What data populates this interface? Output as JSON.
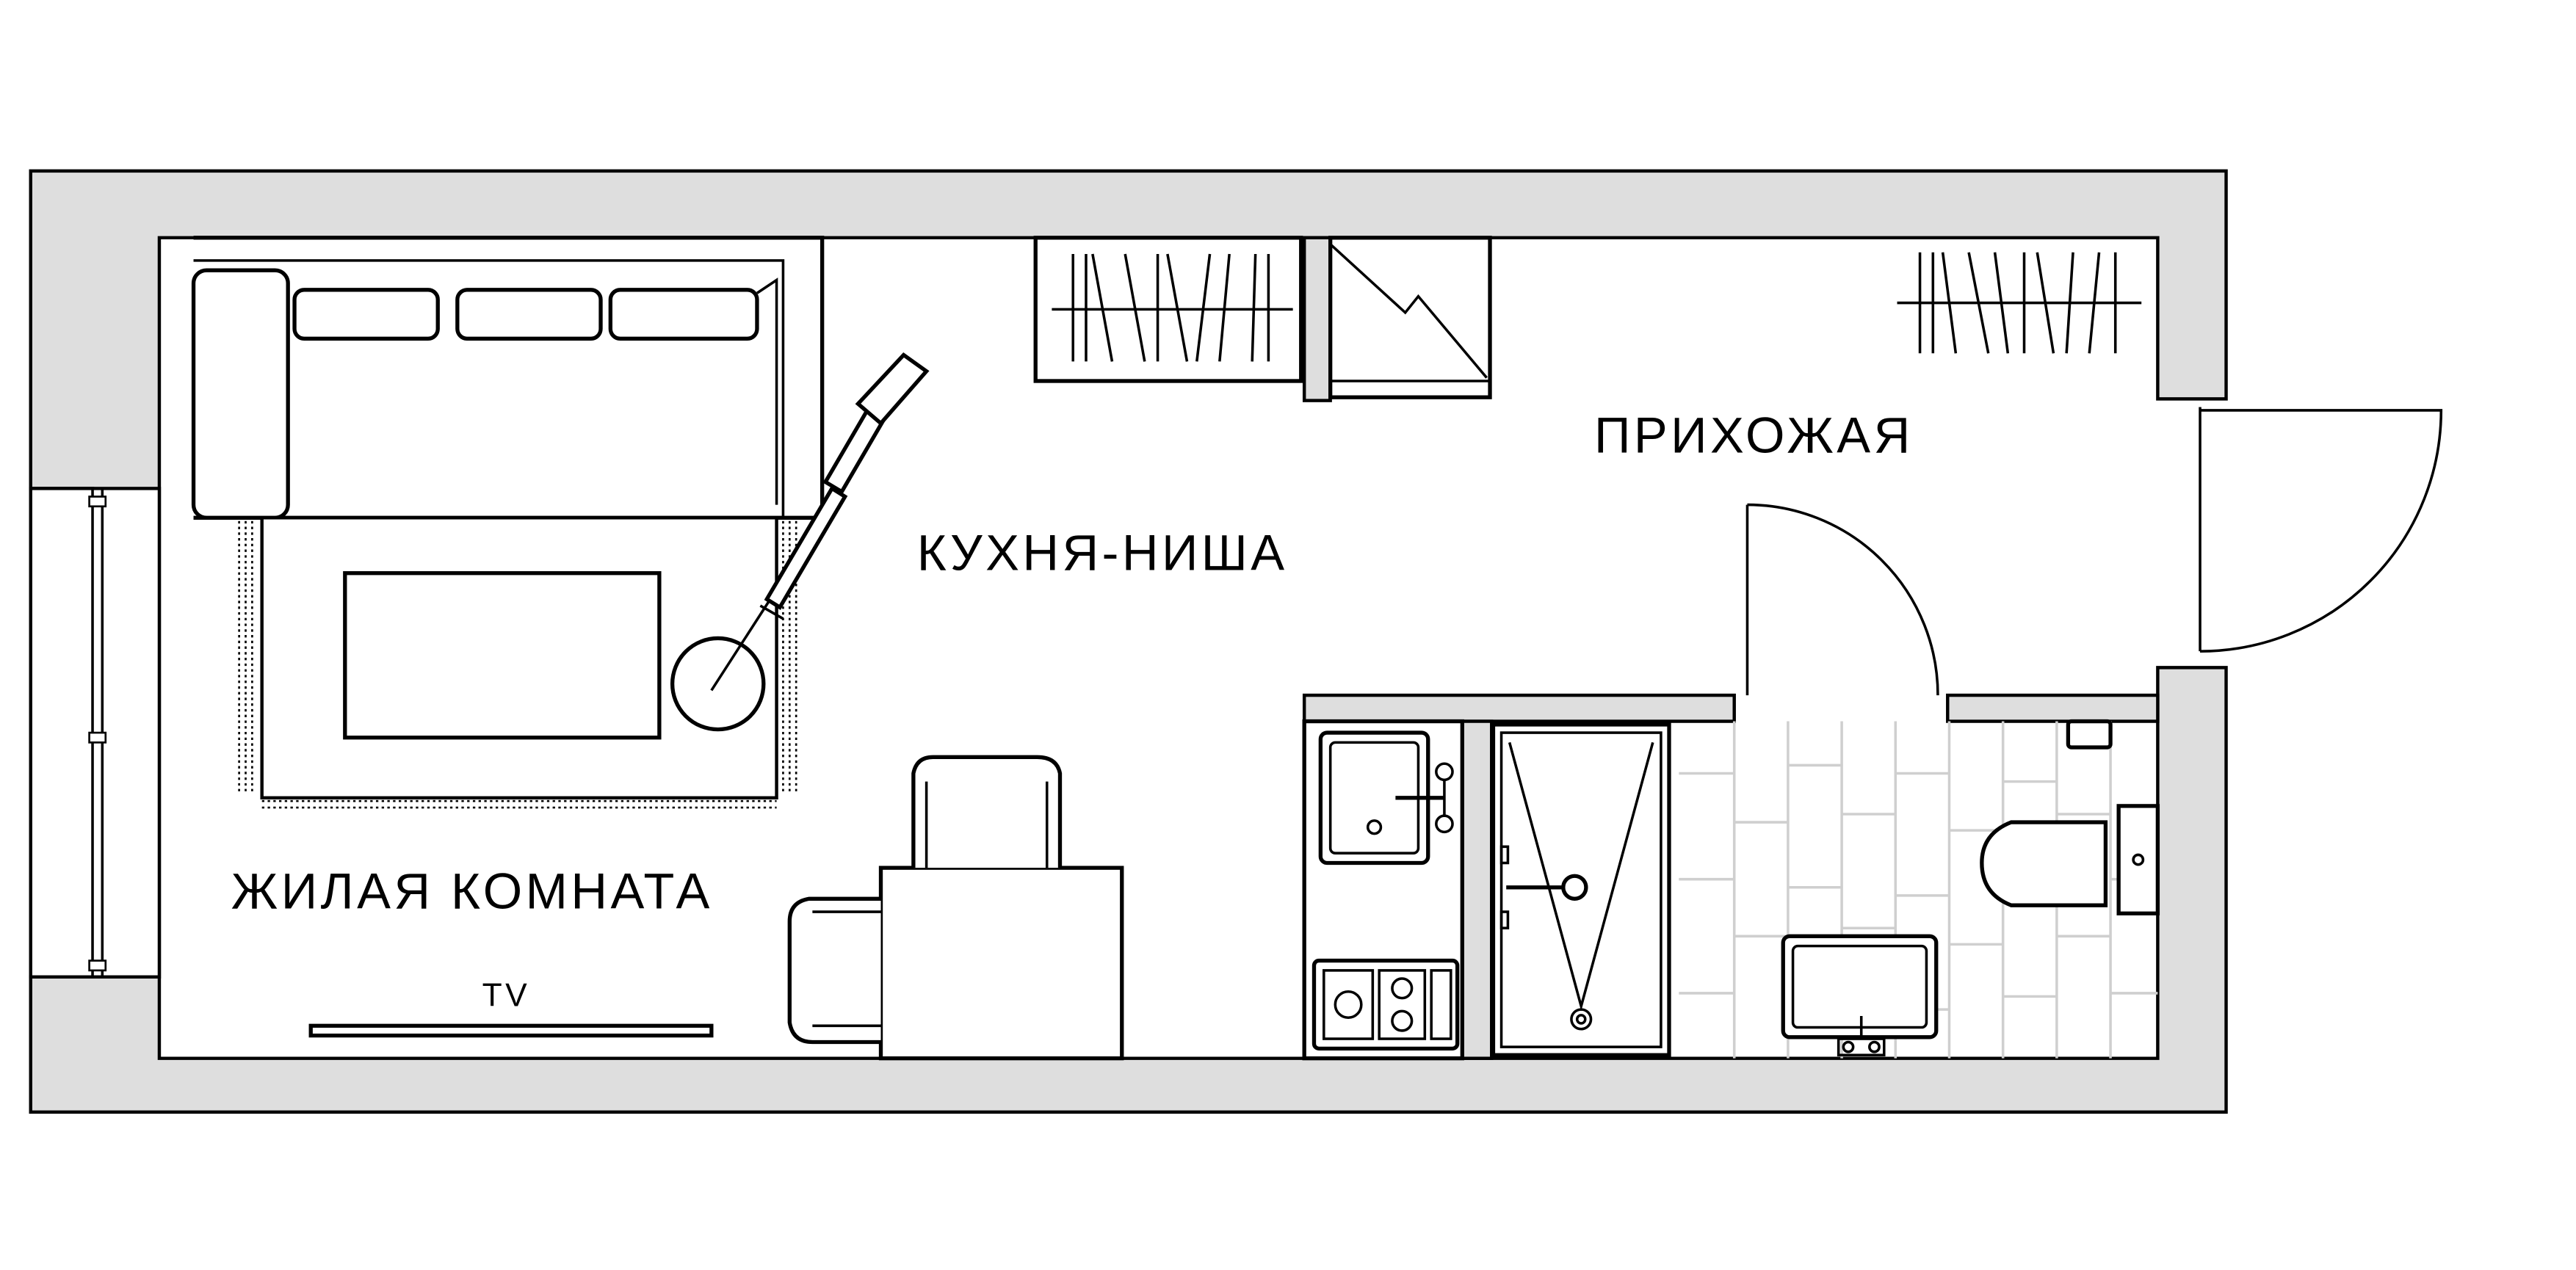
{
  "rooms": {
    "living": "ЖИЛАЯ КОМНАТА",
    "kitchen": "КУХНЯ-НИША",
    "hallway": "ПРИХОЖАЯ"
  },
  "furniture": {
    "tv": "TV"
  }
}
